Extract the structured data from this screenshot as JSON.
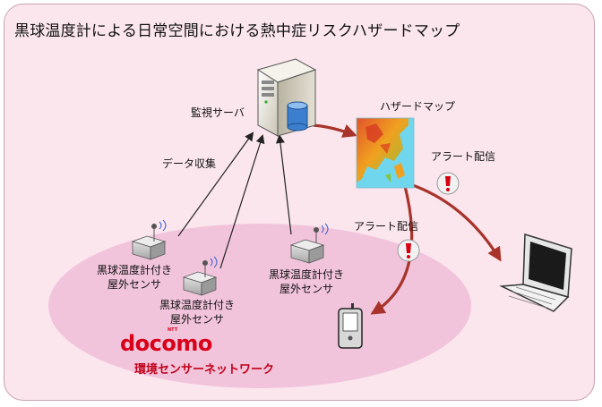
{
  "title": "黒球温度計による日常空間における熱中症リスクハザードマップ",
  "server_label": "監視サーバ",
  "collect_label": "データ収集",
  "hazard_label": "ハザードマップ",
  "alert_labels": [
    "アラート配信",
    "アラート配信"
  ],
  "sensors": [
    {
      "line1": "黒球温度計付き",
      "line2": "屋外センサ"
    },
    {
      "line1": "黒球温度計付き",
      "line2": "屋外センサ"
    },
    {
      "line1": "黒球温度計付き",
      "line2": "屋外センサ"
    }
  ],
  "brand": "docomo",
  "brand_small": "NTT",
  "network_label": "環境センサーネットワーク",
  "colors": {
    "panel_bg": "#fbe6ee",
    "ellipse": "#f2c4dc",
    "arrow_red": "#a8332a",
    "brand_red": "#d90019",
    "alert_red": "#d80010"
  },
  "icons": [
    "server-icon",
    "sensor-icon",
    "hazard-map-image",
    "alert-icon",
    "laptop-icon",
    "mobile-phone-icon"
  ]
}
